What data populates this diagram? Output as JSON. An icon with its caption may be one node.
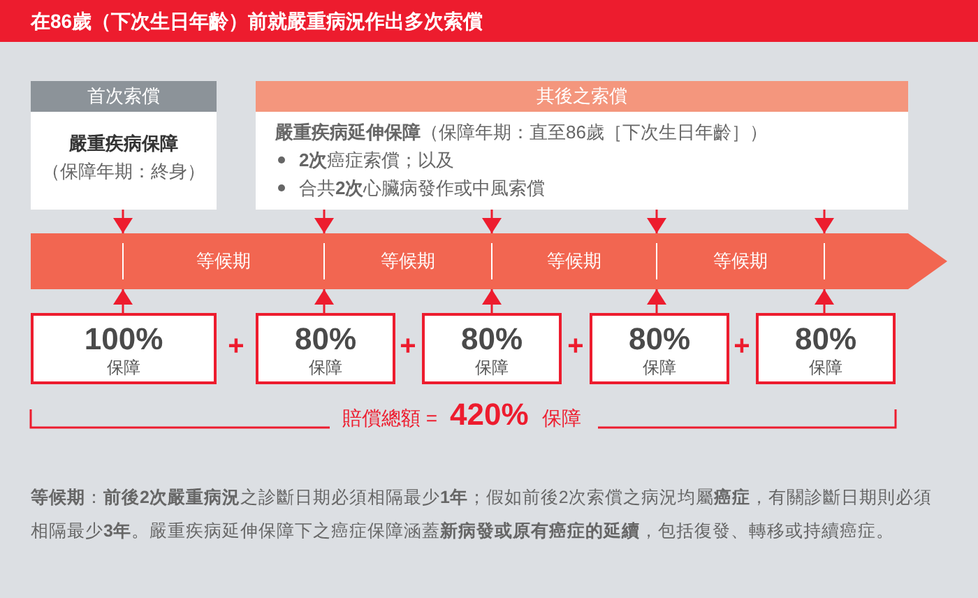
{
  "diagram": {
    "title": "在86歲（下次生日年齡）前就嚴重病況作出多次索償",
    "nodes": [
      {
        "text": [
          "首次索償",
          "嚴重疾病保障",
          "（保障年期：終身）"
        ]
      },
      {
        "text": [
          "其後之索償",
          "**嚴重疾病延伸保障**（保障年期：直至86歲［下次生日年齡］）",
          "**2次**癌症索償；以及",
          "合共**2次**心臟病發作或中風索償"
        ]
      },
      {
        "text": [
          "等候期",
          "等候期",
          "等候期",
          "等候期"
        ]
      },
      {
        "text": [
          "100%",
          "保障"
        ]
      },
      {
        "text": [
          "80%",
          "保障"
        ]
      },
      {
        "text": [
          "80%",
          "保障"
        ]
      },
      {
        "text": [
          "80%",
          "保障"
        ]
      },
      {
        "text": [
          "80%",
          "保障"
        ]
      }
    ],
    "edges": [
      {
        "from": 0,
        "to": 2,
        "arrow": "to"
      },
      {
        "from": 1,
        "to": 2,
        "arrow": "to"
      },
      {
        "from": 1,
        "to": 2,
        "arrow": "to"
      },
      {
        "from": 1,
        "to": 2,
        "arrow": "to"
      },
      {
        "from": 1,
        "to": 2,
        "arrow": "to"
      },
      {
        "from": 3,
        "to": 2,
        "arrow": "to"
      },
      {
        "from": 4,
        "to": 2,
        "arrow": "to"
      },
      {
        "from": 5,
        "to": 2,
        "arrow": "to"
      },
      {
        "from": 6,
        "to": 2,
        "arrow": "to"
      },
      {
        "from": 7,
        "to": 2,
        "arrow": "to"
      }
    ],
    "labels": [
      "+",
      "+",
      "+",
      "+",
      "賠償總額 =",
      "420%",
      "保障",
      "**等候期**：**前後2次嚴重病況**之診斷日期必須相隔最少**1年**；假如前後2次索償之病況均屬**癌症**，有關診斷日期則必須相隔最少**3年**。嚴重疾病延伸保障下之癌症保障涵蓋**新病發或原有癌症的延續**，包括復發、轉移或持續癌症。"
    ]
  }
}
